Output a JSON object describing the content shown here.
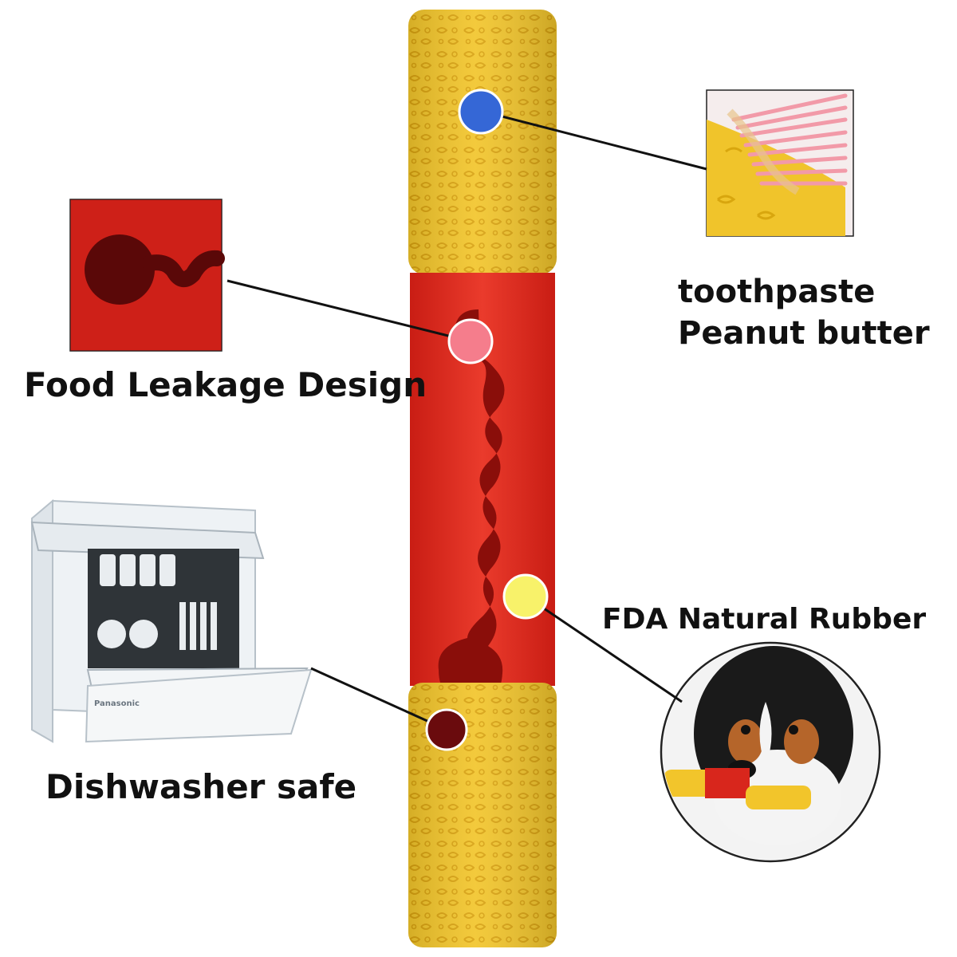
{
  "features": {
    "food_leakage": "Food Leakage Design",
    "dishwasher": "Dishwasher safe",
    "toothpaste": "toothpaste",
    "peanut_butter": "Peanut butter",
    "rubber": "FDA Natural Rubber"
  },
  "dishwasher_panel": {
    "brand": "Panasonic"
  },
  "colors": {
    "stick_yellow": "#f2c52b",
    "stick_texture": "#e3ae14",
    "middle_red": "#e52e22",
    "slot_dark": "#8a0e0a",
    "dot_blue": "#3567d6",
    "dot_pink": "#f57d8c",
    "dot_yellow": "#f8f26a",
    "dot_maroon": "#6a0b0d",
    "brush_pink": "#f29aa8"
  }
}
